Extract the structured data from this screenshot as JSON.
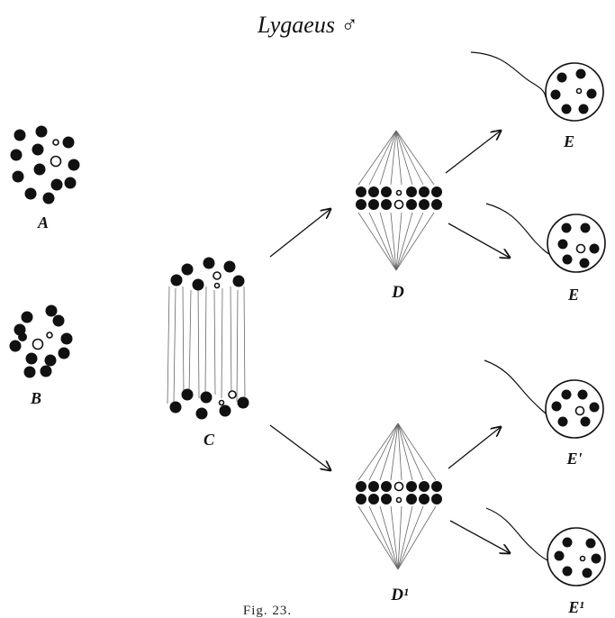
{
  "title": "Lygaeus ♂",
  "caption": "Fig. 23.",
  "labels": {
    "A": "A",
    "B": "B",
    "C": "C",
    "D": "D",
    "D1": "D¹",
    "E_top1": "E",
    "E_top2": "E",
    "E_bot1": "E'",
    "E_bot2": "E¹"
  }
}
